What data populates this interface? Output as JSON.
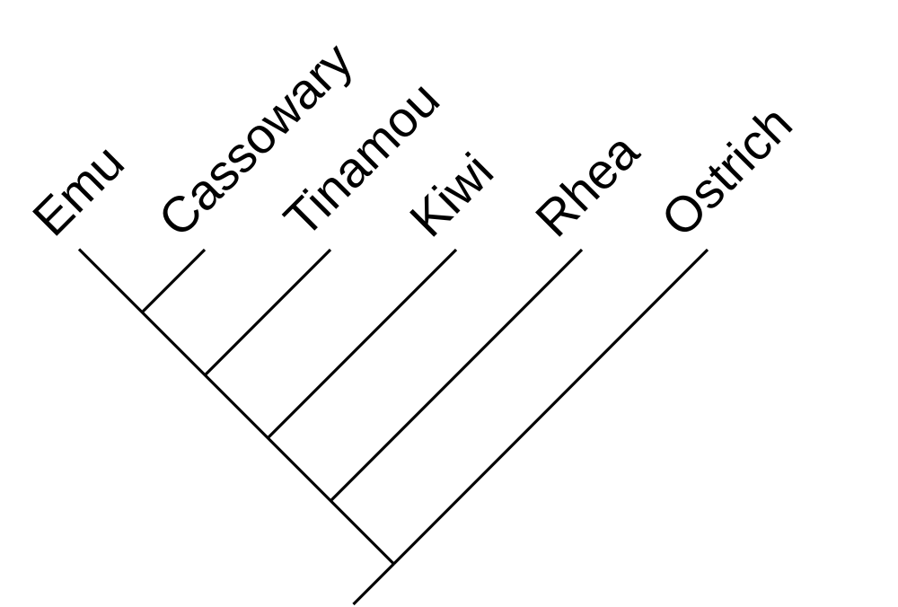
{
  "page": {
    "background_color": "#ffffff"
  },
  "diagram": {
    "type": "cladogram",
    "style": "diagonal-slanted",
    "line_color": "#000000",
    "label_rotation_deg": -45,
    "taxa": [
      {
        "name": "Emu"
      },
      {
        "name": "Cassowary"
      },
      {
        "name": "Tinamou"
      },
      {
        "name": "Kiwi"
      },
      {
        "name": "Rhea"
      },
      {
        "name": "Ostrich"
      }
    ],
    "topology_newick": "(((((Emu,Cassowary),Tinamou),Kiwi),Rhea),Ostrich);"
  }
}
